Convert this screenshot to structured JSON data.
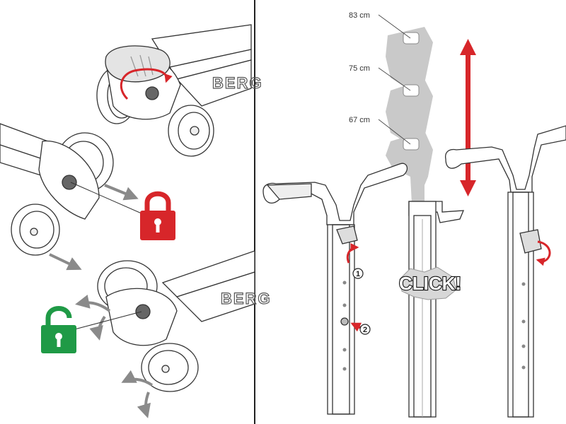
{
  "heights": {
    "high": "83 cm",
    "mid": "75 cm",
    "low": "67 cm"
  },
  "steps": {
    "step1": "1",
    "step2": "2"
  },
  "click_text": "CLICK!",
  "brand_text": "BERG",
  "colors": {
    "locked": "#d7262a",
    "unlocked": "#1f9a46",
    "arrow_red": "#d7262a",
    "arrow_gray": "#8a8a8a",
    "ghost_handle": "#c9c9c9",
    "line": "#333333"
  },
  "icons": {
    "locked": "padlock-closed-icon",
    "unlocked": "padlock-open-icon"
  }
}
